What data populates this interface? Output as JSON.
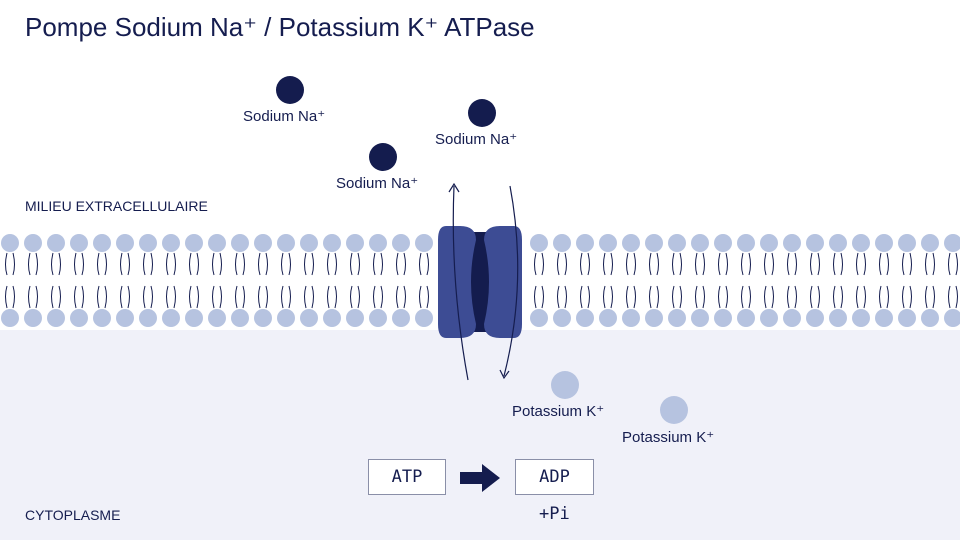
{
  "title": "Pompe Sodium Na⁺ / Potassium K⁺ ATPase",
  "regions": {
    "extracellular": "MILIEU EXTRACELLULAIRE",
    "cytoplasm": "CYTOPLASME"
  },
  "ions": {
    "sodium": [
      {
        "label": "Sodium Na⁺"
      },
      {
        "label": "Sodium Na⁺"
      },
      {
        "label": "Sodium Na⁺"
      }
    ],
    "potassium": [
      {
        "label": "Potassium K⁺"
      },
      {
        "label": "Potassium K⁺"
      }
    ]
  },
  "reaction": {
    "reactant": "ATP",
    "product": "ADP",
    "byproduct": "+Pi"
  },
  "colors": {
    "sodium": "#141c4e",
    "potassium": "#b6c3e0",
    "phospholipid_head": "#b6c3e0",
    "pump": "#3d4c94",
    "pump_channel": "#141c4e",
    "cytoplasm_bg": "#f0f1f9",
    "text": "#151d4f"
  },
  "icons": {
    "pump": "sodium-potassium-pump-icon",
    "reaction_arrow": "right-arrow-icon"
  }
}
